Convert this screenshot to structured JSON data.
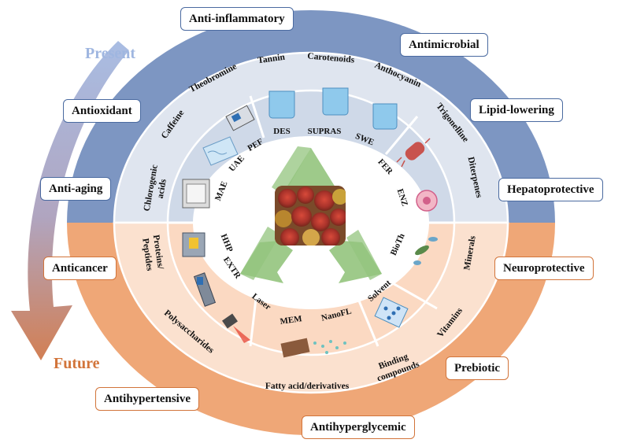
{
  "timeline": {
    "present": "Present",
    "future": "Future"
  },
  "bioactivities": {
    "anti_inflammatory": "Anti-inflammatory",
    "antimicrobial": "Antimicrobial",
    "antioxidant": "Antioxidant",
    "lipid_lowering": "Lipid-lowering",
    "anti_aging": "Anti-aging",
    "hepatoprotective": "Hepatoprotective",
    "anticancer": "Anticancer",
    "neuroprotective": "Neuroprotective",
    "prebiotic": "Prebiotic",
    "antihypertensive": "Antihypertensive",
    "antihyperglycemic": "Antihyperglycemic"
  },
  "present_compounds": {
    "tannin": "Tannin",
    "carotenoids": "Carotenoids",
    "anthocyanin": "Anthocyanin",
    "trigonelline": "Trigonelline",
    "diterpenes": "Diterpenes",
    "theobromine": "Theobromine",
    "caffeine": "Caffeine",
    "chlorogenic_1": "Chlorogenic",
    "chlorogenic_2": "acids"
  },
  "future_compounds": {
    "proteins_1": "Proteins/",
    "proteins_2": "Peptides",
    "minerals": "Minerals",
    "polysaccharides": "Polysaccharides",
    "vitamins": "Vitamins",
    "fatty_acids": "Fatty acid/derivatives",
    "binding_1": "Binding",
    "binding_2": "compounds"
  },
  "present_methods": {
    "des": "DES",
    "supras": "SUPRAS",
    "swe": "SWE",
    "pef": "PEF",
    "uae": "UAE",
    "mae": "MAE",
    "fer": "FER",
    "enz": "ENZ"
  },
  "future_methods": {
    "hhp": "HHP",
    "extr": "EXTR",
    "laser": "Laser",
    "mem": "MEM",
    "nanofl": "NanoFL",
    "solvent": "Solvent",
    "bioth": "BioTh"
  },
  "colors": {
    "present_outer": "#7d96c2",
    "present_inner": "#dfe5ef",
    "future_outer": "#efa777",
    "future_inner": "#fbe1cf",
    "recycle_green": "#93c47d"
  },
  "icons": [
    "microwave-icon",
    "ultrasonic-bath-icon",
    "pef-device-icon",
    "beaker-icon",
    "bacteria-icon",
    "enzyme-icon",
    "pressure-vessel-icon",
    "extruder-icon",
    "laser-icon",
    "membrane-icon",
    "solvent-flask-icon",
    "microbe-icon",
    "recycle-icon",
    "coffee-cherry-photo"
  ]
}
